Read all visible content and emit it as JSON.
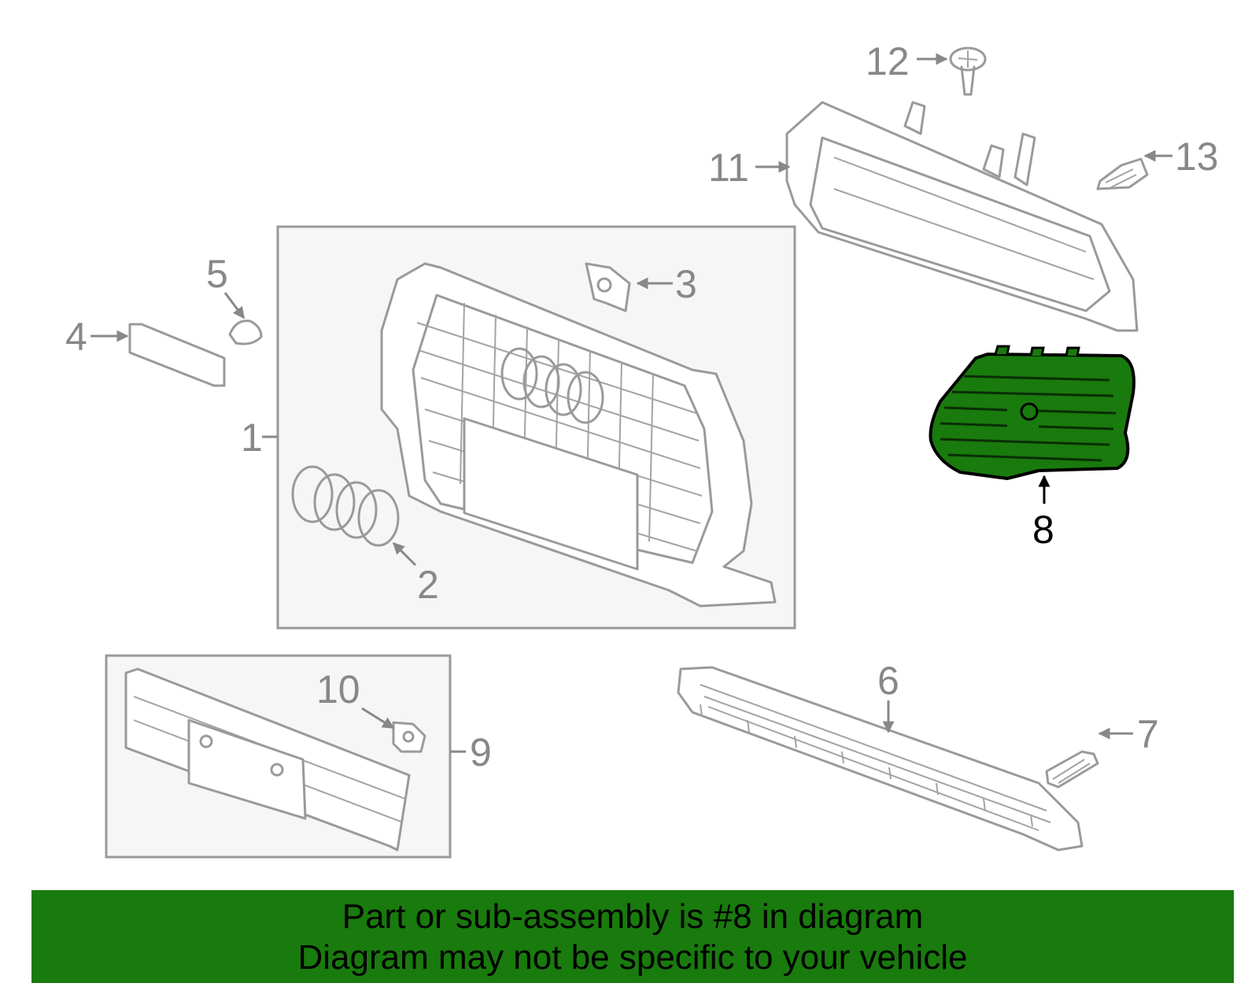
{
  "diagram": {
    "highlight_part": "8",
    "highlight_color": "#197a0d",
    "callouts": {
      "c1": "1",
      "c2": "2",
      "c3": "3",
      "c4": "4",
      "c5": "5",
      "c6": "6",
      "c7": "7",
      "c8": "8",
      "c9": "9",
      "c10": "10",
      "c11": "11",
      "c12": "12",
      "c13": "13"
    }
  },
  "banner": {
    "line1": "Part or sub-assembly is #8 in diagram",
    "line2": "Diagram may not be specific to your vehicle"
  }
}
